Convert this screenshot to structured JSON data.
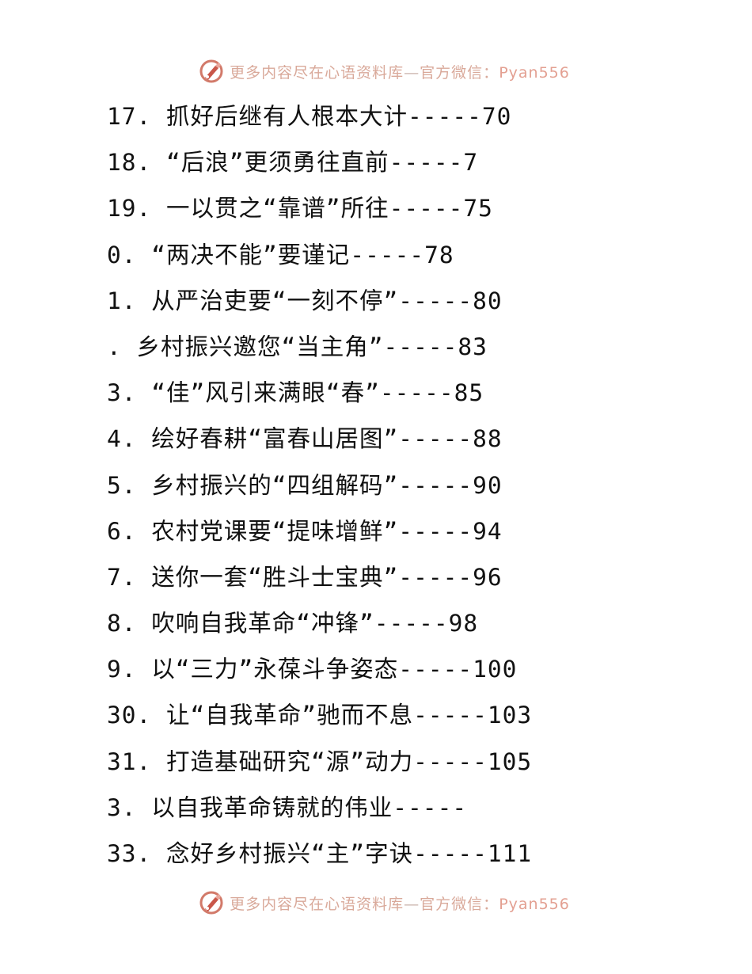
{
  "watermark": {
    "text": "更多内容尽在心语资料库",
    "dash": "—",
    "wechat_label": "官方微信：",
    "wechat_id": "Pyan556",
    "logo_icon": "pen-seal-icon",
    "color": "#d9a99a"
  },
  "toc": [
    "17. 抓好后继有人根本大计-----70",
    "18. “后浪”更须勇往直前-----7",
    "19. 一以贯之“靠谱”所往-----75",
    "0. “两决不能”要谨记-----78",
    "1. 从严治吏要“一刻不停”-----80",
    ". 乡村振兴邀您“当主角”-----83",
    "3. “佳”风引来满眼“春”-----85",
    "4. 绘好春耕“富春山居图”-----88",
    "5. 乡村振兴的“四组解码”-----90",
    "6. 农村党课要“提味增鲜”-----94",
    "7. 送你一套“胜斗士宝典”-----96",
    "8. 吹响自我革命“冲锋”-----98",
    "9. 以“三力”永葆斗争姿态-----100",
    "30. 让“自我革命”驰而不息-----103",
    "31. 打造基础研究“源”动力-----105",
    "3. 以自我革命铸就的伟业-----",
    "33. 念好乡村振兴“主”字诀-----111"
  ]
}
